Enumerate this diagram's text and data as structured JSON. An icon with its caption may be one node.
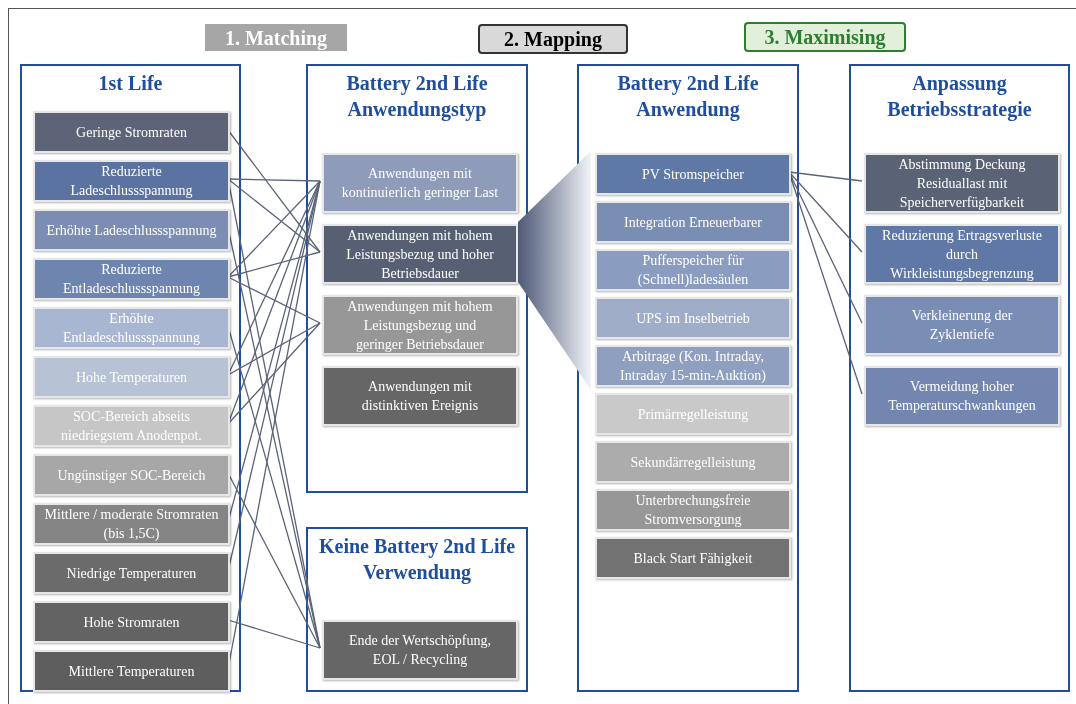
{
  "diagram": {
    "nodes": [
      {
        "text": [
          "1. Matching"
        ]
      },
      {
        "text": [
          "2. Mapping"
        ]
      },
      {
        "text": [
          "3. Maximising"
        ]
      },
      {
        "text": [
          "1st Life"
        ]
      },
      {
        "text": [
          "Geringe Stromraten"
        ],
        "in": 3
      },
      {
        "text": [
          "Reduzierte Ladeschlussspannung"
        ],
        "in": 3
      },
      {
        "text": [
          "Erhöhte Ladeschlussspannung"
        ],
        "in": 3
      },
      {
        "text": [
          "Reduzierte Entladeschlussspannung"
        ],
        "in": 3
      },
      {
        "text": [
          "Erhöhte Entladeschlussspannung"
        ],
        "in": 3
      },
      {
        "text": [
          "Hohe Temperaturen"
        ],
        "in": 3
      },
      {
        "text": [
          "SOC-Bereich abseits niedriegstem Anodenpot."
        ],
        "in": 3
      },
      {
        "text": [
          "Ungünstiger SOC-Bereich"
        ],
        "in": 3
      },
      {
        "text": [
          "Mittlere / moderate Stromraten (bis 1,5C)"
        ],
        "in": 3
      },
      {
        "text": [
          "Niedrige Temperaturen"
        ],
        "in": 3
      },
      {
        "text": [
          "Hohe Stromraten"
        ],
        "in": 3
      },
      {
        "text": [
          "Mittlere Temperaturen"
        ],
        "in": 3
      },
      {
        "text": [
          "Battery 2nd Life Anwendungstyp"
        ]
      },
      {
        "text": [
          "Anwendungen mit kontinuierlich geringer Last"
        ],
        "in": 16
      },
      {
        "text": [
          "Anwendungen mit hohem Leistungsbezug und hoher Betriebsdauer"
        ],
        "in": 16
      },
      {
        "text": [
          "Anwendungen mit hohem Leistungsbezug und geringer Betriebsdauer"
        ],
        "in": 16
      },
      {
        "text": [
          "Anwendungen mit distinktiven Ereignis"
        ],
        "in": 16
      },
      {
        "text": [
          "Keine Battery 2nd Life Verwendung"
        ]
      },
      {
        "text": [
          "Ende der Wertschöpfung, EOL / Recycling"
        ],
        "in": 21
      },
      {
        "text": [
          "Battery 2nd Life Anwendung"
        ]
      },
      {
        "text": [
          "PV Stromspeicher"
        ],
        "in": 23
      },
      {
        "text": [
          "Integration Erneuerbarer"
        ],
        "in": 23
      },
      {
        "text": [
          "Pufferspeicher für (Schnell)ladesäulen"
        ],
        "in": 23
      },
      {
        "text": [
          "UPS im Inselbetrieb"
        ],
        "in": 23
      },
      {
        "text": [
          "Arbitrage (Kon. Intraday, Intraday 15-min-Auktion)"
        ],
        "in": 23
      },
      {
        "text": [
          "Primärregelleistung"
        ],
        "in": 23
      },
      {
        "text": [
          "Sekundärregelleistung"
        ],
        "in": 23
      },
      {
        "text": [
          "Unterbrechungsfreie Stromversorgung"
        ],
        "in": 23
      },
      {
        "text": [
          "Black Start Fähigkeit"
        ],
        "in": 23
      },
      {
        "text": [
          "Anpassung Betriebsstrategie"
        ]
      },
      {
        "text": [
          "Abstimmung Deckung Residuallast mit Speicherverfügbarkeit"
        ],
        "in": 33
      },
      {
        "text": [
          "Reduzierung Ertragsverluste durch Wirkleistungsbegrenzung"
        ],
        "in": 33
      },
      {
        "text": [
          "Verkleinerung der Zyklentiefe"
        ],
        "in": 33
      },
      {
        "text": [
          "Vermeidung hoher Temperaturschwankungen"
        ],
        "in": 33
      },
      {
        "text": [],
        "shape": "funnel"
      }
    ],
    "edges": [
      {
        "from": 4,
        "to": 18,
        "arrow": "none"
      },
      {
        "from": 5,
        "to": 17,
        "arrow": "none"
      },
      {
        "from": 5,
        "to": 18,
        "arrow": "none"
      },
      {
        "from": 5,
        "to": 22,
        "arrow": "none"
      },
      {
        "from": 6,
        "to": 22,
        "arrow": "none"
      },
      {
        "from": 7,
        "to": 17,
        "arrow": "none"
      },
      {
        "from": 7,
        "to": 18,
        "arrow": "none"
      },
      {
        "from": 7,
        "to": 19,
        "arrow": "none"
      },
      {
        "from": 8,
        "to": 22,
        "arrow": "none"
      },
      {
        "from": 9,
        "to": 17,
        "arrow": "none"
      },
      {
        "from": 9,
        "to": 19,
        "arrow": "none"
      },
      {
        "from": 10,
        "to": 17,
        "arrow": "none"
      },
      {
        "from": 10,
        "to": 19,
        "arrow": "none"
      },
      {
        "from": 11,
        "to": 22,
        "arrow": "none"
      },
      {
        "from": 12,
        "to": 17,
        "arrow": "none"
      },
      {
        "from": 13,
        "to": 17,
        "arrow": "none"
      },
      {
        "from": 14,
        "to": 22,
        "arrow": "none"
      },
      {
        "from": 15,
        "to": 17,
        "arrow": "none"
      },
      {
        "from": 24,
        "to": 34,
        "arrow": "none"
      },
      {
        "from": 24,
        "to": 35,
        "arrow": "none"
      },
      {
        "from": 24,
        "to": 36,
        "arrow": "none"
      },
      {
        "from": 24,
        "to": 37,
        "arrow": "none"
      }
    ]
  }
}
